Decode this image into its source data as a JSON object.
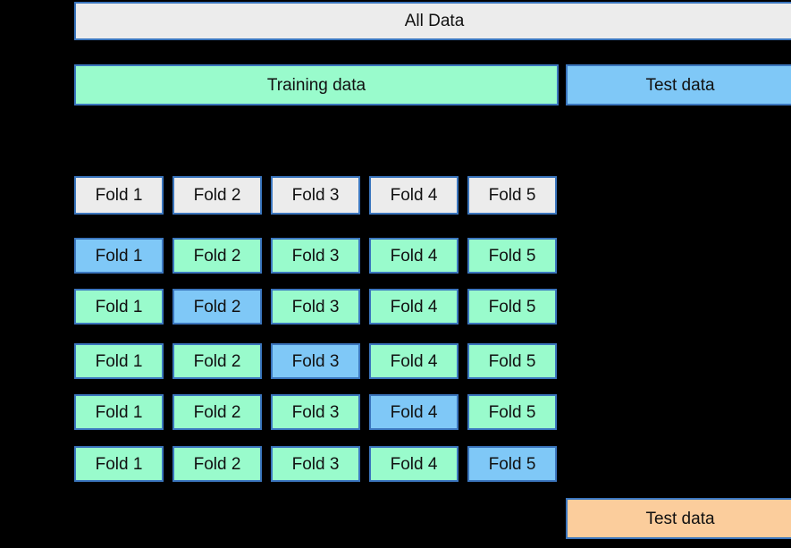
{
  "colors": {
    "background": "#000000",
    "gray": "#ECECEC",
    "green": "#99FBCC",
    "blue": "#7FC8F7",
    "orange": "#FBCD9C",
    "border": "#3B76BE",
    "text": "#111111"
  },
  "bars": {
    "all_data": {
      "label": "All Data",
      "variant": "gray"
    },
    "training": {
      "label": "Training data",
      "variant": "green"
    },
    "test_top": {
      "label": "Test data",
      "variant": "blue"
    },
    "test_bottom": {
      "label": "Test data",
      "variant": "orange"
    }
  },
  "fold_header": {
    "cells": [
      {
        "label": "Fold 1",
        "variant": "gray"
      },
      {
        "label": "Fold 2",
        "variant": "gray"
      },
      {
        "label": "Fold 3",
        "variant": "gray"
      },
      {
        "label": "Fold 4",
        "variant": "gray"
      },
      {
        "label": "Fold 5",
        "variant": "gray"
      }
    ]
  },
  "splits": [
    {
      "cells": [
        {
          "label": "Fold 1",
          "variant": "blue"
        },
        {
          "label": "Fold 2",
          "variant": "green"
        },
        {
          "label": "Fold 3",
          "variant": "green"
        },
        {
          "label": "Fold 4",
          "variant": "green"
        },
        {
          "label": "Fold 5",
          "variant": "green"
        }
      ]
    },
    {
      "cells": [
        {
          "label": "Fold 1",
          "variant": "green"
        },
        {
          "label": "Fold 2",
          "variant": "blue"
        },
        {
          "label": "Fold 3",
          "variant": "green"
        },
        {
          "label": "Fold 4",
          "variant": "green"
        },
        {
          "label": "Fold 5",
          "variant": "green"
        }
      ]
    },
    {
      "cells": [
        {
          "label": "Fold 1",
          "variant": "green"
        },
        {
          "label": "Fold 2",
          "variant": "green"
        },
        {
          "label": "Fold 3",
          "variant": "blue"
        },
        {
          "label": "Fold 4",
          "variant": "green"
        },
        {
          "label": "Fold 5",
          "variant": "green"
        }
      ]
    },
    {
      "cells": [
        {
          "label": "Fold 1",
          "variant": "green"
        },
        {
          "label": "Fold 2",
          "variant": "green"
        },
        {
          "label": "Fold 3",
          "variant": "green"
        },
        {
          "label": "Fold 4",
          "variant": "blue"
        },
        {
          "label": "Fold 5",
          "variant": "green"
        }
      ]
    },
    {
      "cells": [
        {
          "label": "Fold 1",
          "variant": "green"
        },
        {
          "label": "Fold 2",
          "variant": "green"
        },
        {
          "label": "Fold 3",
          "variant": "green"
        },
        {
          "label": "Fold 4",
          "variant": "green"
        },
        {
          "label": "Fold 5",
          "variant": "blue"
        }
      ]
    }
  ]
}
